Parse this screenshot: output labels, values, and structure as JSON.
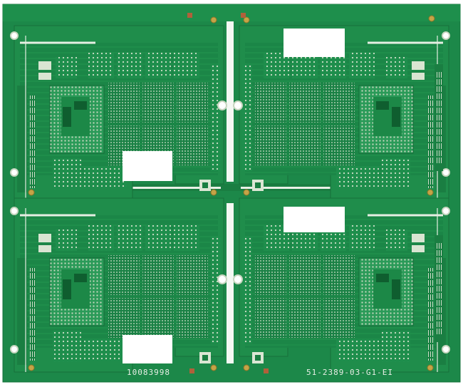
{
  "image": {
    "subject": "pcb-panel",
    "board_color": "#1d8a4a",
    "copper_color": "#2ea35c",
    "dark_color": "#146a38",
    "pad_color": "#cdd9c3",
    "gold_color": "#b99a3a",
    "silkscreen": {
      "left_code": "10083998",
      "right_code": "51-2389-03-G1-EI"
    }
  }
}
